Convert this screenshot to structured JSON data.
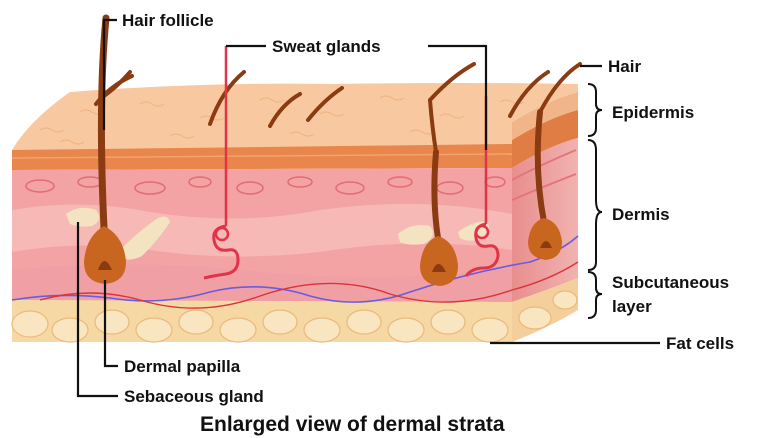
{
  "labels": {
    "hair_follicle": "Hair follicle",
    "sweat_glands": "Sweat glands",
    "hair": "Hair",
    "epidermis": "Epidermis",
    "dermis": "Dermis",
    "subcutaneous_line1": "Subcutaneous",
    "subcutaneous_line2": "layer",
    "fat_cells": "Fat cells",
    "dermal_papilla": "Dermal papilla",
    "sebaceous_gland": "Sebaceous gland"
  },
  "caption": "Enlarged view of dermal strata",
  "colors": {
    "epidermis_top": "#f8c9a0",
    "epidermis_band": "#e8864c",
    "dermis": "#f3a3a3",
    "dermis_light": "#f7c2bd",
    "fat": "#f6d8a4",
    "hair": "#8a3b12",
    "bulb": "#c8651e",
    "sweat_gland": "#e0344a",
    "nerve_blue": "#6a5be0",
    "vessel_red": "#d8343a",
    "sebaceous": "#f4e3c0"
  }
}
